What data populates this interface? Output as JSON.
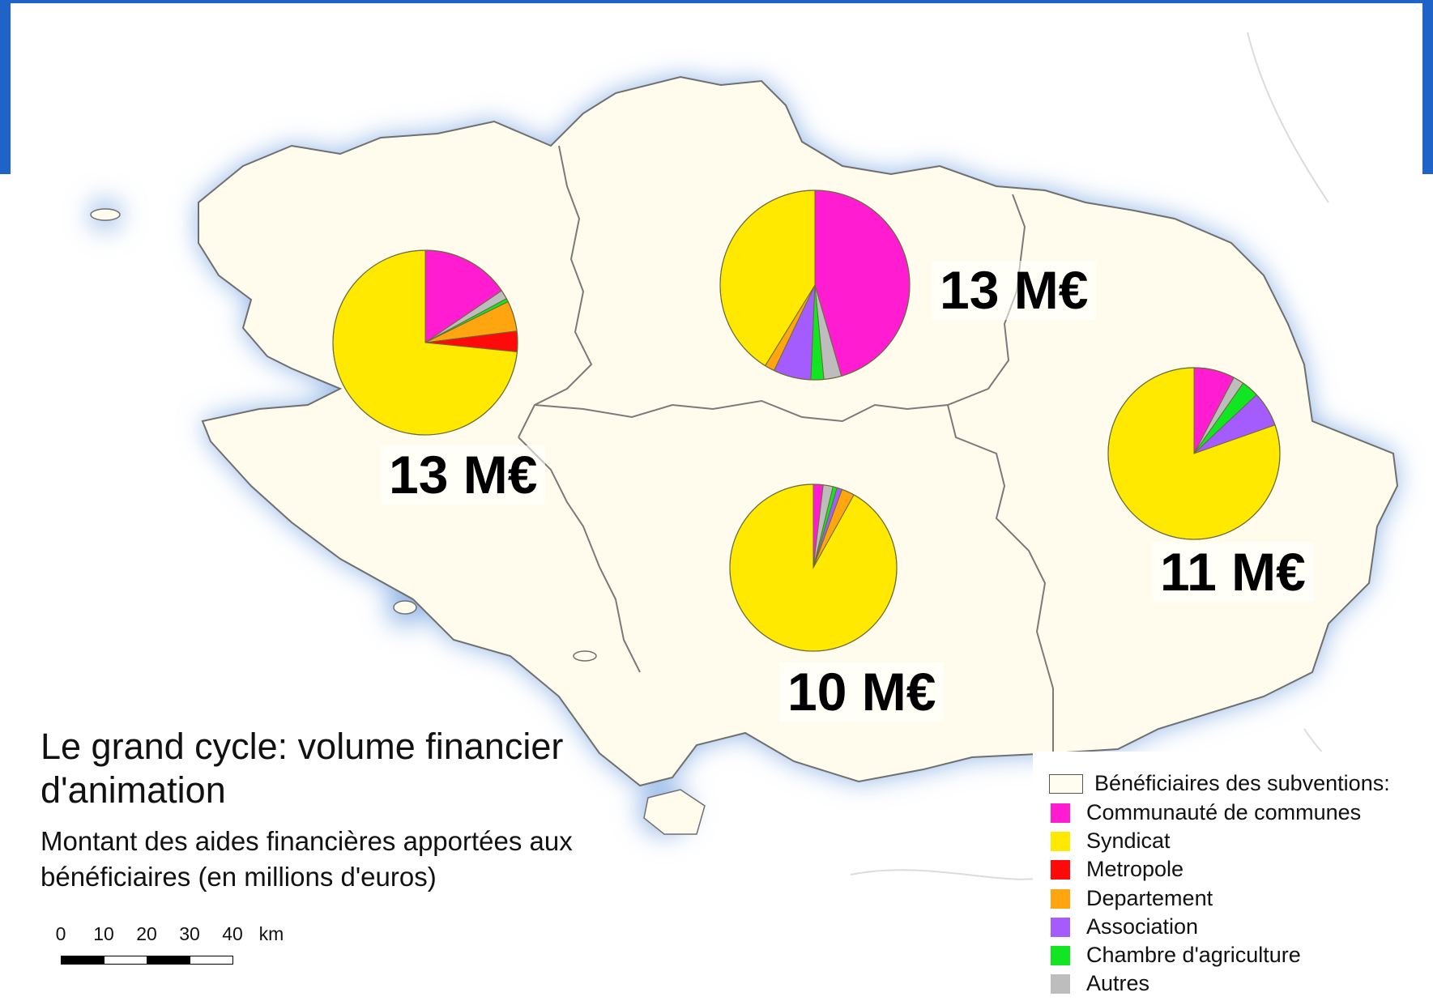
{
  "map": {
    "title": "Le grand cycle: volume financier d'animation",
    "subtitle": "Montant des aides financières apportées aux bénéficiaires (en millions d'euros)",
    "colors": {
      "sea_halo": "#8fb4e6",
      "land": "#fffcee",
      "border": "#7a7a7a",
      "frame_accent": "#1f63c8"
    }
  },
  "legend": {
    "heading": "Bénéficiaires des subventions:",
    "items": [
      {
        "label": "Communauté de communes",
        "color": "#ff1cd1"
      },
      {
        "label": "Syndicat",
        "color": "#ffe900"
      },
      {
        "label": "Metropole",
        "color": "#ff0a0a"
      },
      {
        "label": "Departement",
        "color": "#ffa510"
      },
      {
        "label": "Association",
        "color": "#a55cff"
      },
      {
        "label": "Chambre d'agriculture",
        "color": "#12e622"
      },
      {
        "label": "Autres",
        "color": "#bdbdbd"
      }
    ]
  },
  "scale_bar": {
    "ticks": [
      "0",
      "10",
      "20",
      "30",
      "40"
    ],
    "unit": "km"
  },
  "chart_data": [
    {
      "type": "pie",
      "area": "north-west",
      "total_label": "13 M€",
      "slices": [
        {
          "category": "Communauté de communes",
          "value": 15.5
        },
        {
          "category": "Autres",
          "value": 1.6
        },
        {
          "category": "Chambre d'agriculture",
          "value": 0.6
        },
        {
          "category": "Departement",
          "value": 5.3
        },
        {
          "category": "Metropole",
          "value": 3.6
        },
        {
          "category": "Syndicat",
          "value": 73.4
        }
      ]
    },
    {
      "type": "pie",
      "area": "north",
      "total_label": "13 M€",
      "slices": [
        {
          "category": "Communauté de communes",
          "value": 45.5
        },
        {
          "category": "Autres",
          "value": 3.0
        },
        {
          "category": "Chambre d'agriculture",
          "value": 2.2
        },
        {
          "category": "Association",
          "value": 6.4
        },
        {
          "category": "Departement",
          "value": 1.7
        },
        {
          "category": "Syndicat",
          "value": 41.2
        }
      ]
    },
    {
      "type": "pie",
      "area": "south",
      "total_label": "10 M€",
      "slices": [
        {
          "category": "Communauté de communes",
          "value": 1.9
        },
        {
          "category": "Autres",
          "value": 1.9
        },
        {
          "category": "Chambre d'agriculture",
          "value": 0.8
        },
        {
          "category": "Association",
          "value": 1.0
        },
        {
          "category": "Departement",
          "value": 2.5
        },
        {
          "category": "Syndicat",
          "value": 91.9
        }
      ]
    },
    {
      "type": "pie",
      "area": "east",
      "total_label": "11 M€",
      "slices": [
        {
          "category": "Communauté de communes",
          "value": 7.7
        },
        {
          "category": "Autres",
          "value": 2.0
        },
        {
          "category": "Chambre d'agriculture",
          "value": 3.3
        },
        {
          "category": "Association",
          "value": 6.6
        },
        {
          "category": "Syndicat",
          "value": 80.4
        }
      ]
    }
  ]
}
